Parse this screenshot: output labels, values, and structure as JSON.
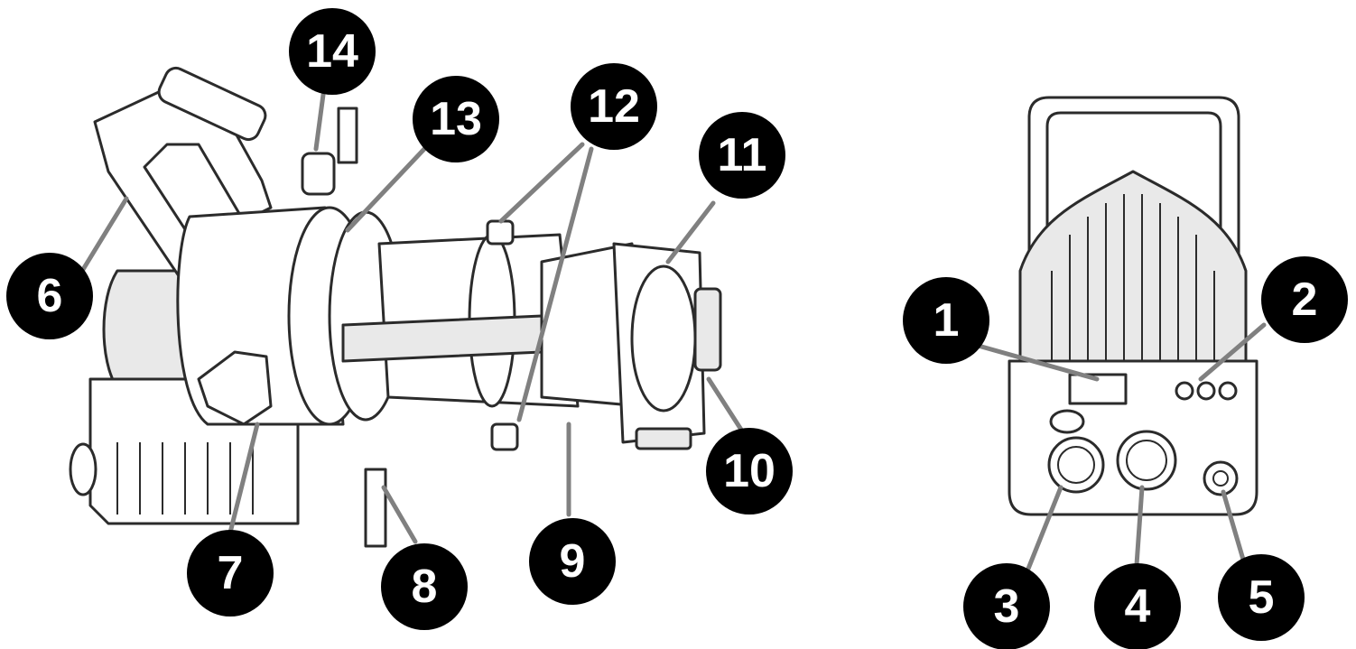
{
  "diagram": {
    "callouts": [
      {
        "id": "1",
        "label": "1"
      },
      {
        "id": "2",
        "label": "2"
      },
      {
        "id": "3",
        "label": "3"
      },
      {
        "id": "4",
        "label": "4"
      },
      {
        "id": "5",
        "label": "5"
      },
      {
        "id": "6",
        "label": "6"
      },
      {
        "id": "7",
        "label": "7"
      },
      {
        "id": "8",
        "label": "8"
      },
      {
        "id": "9",
        "label": "9"
      },
      {
        "id": "10",
        "label": "10"
      },
      {
        "id": "11",
        "label": "11"
      },
      {
        "id": "12",
        "label": "12"
      },
      {
        "id": "13",
        "label": "13"
      },
      {
        "id": "14",
        "label": "14"
      }
    ],
    "colors": {
      "callout_fill": "#000000",
      "callout_text": "#ffffff",
      "leader_line": "#808080",
      "drawing_stroke": "#2b2b2b"
    }
  }
}
